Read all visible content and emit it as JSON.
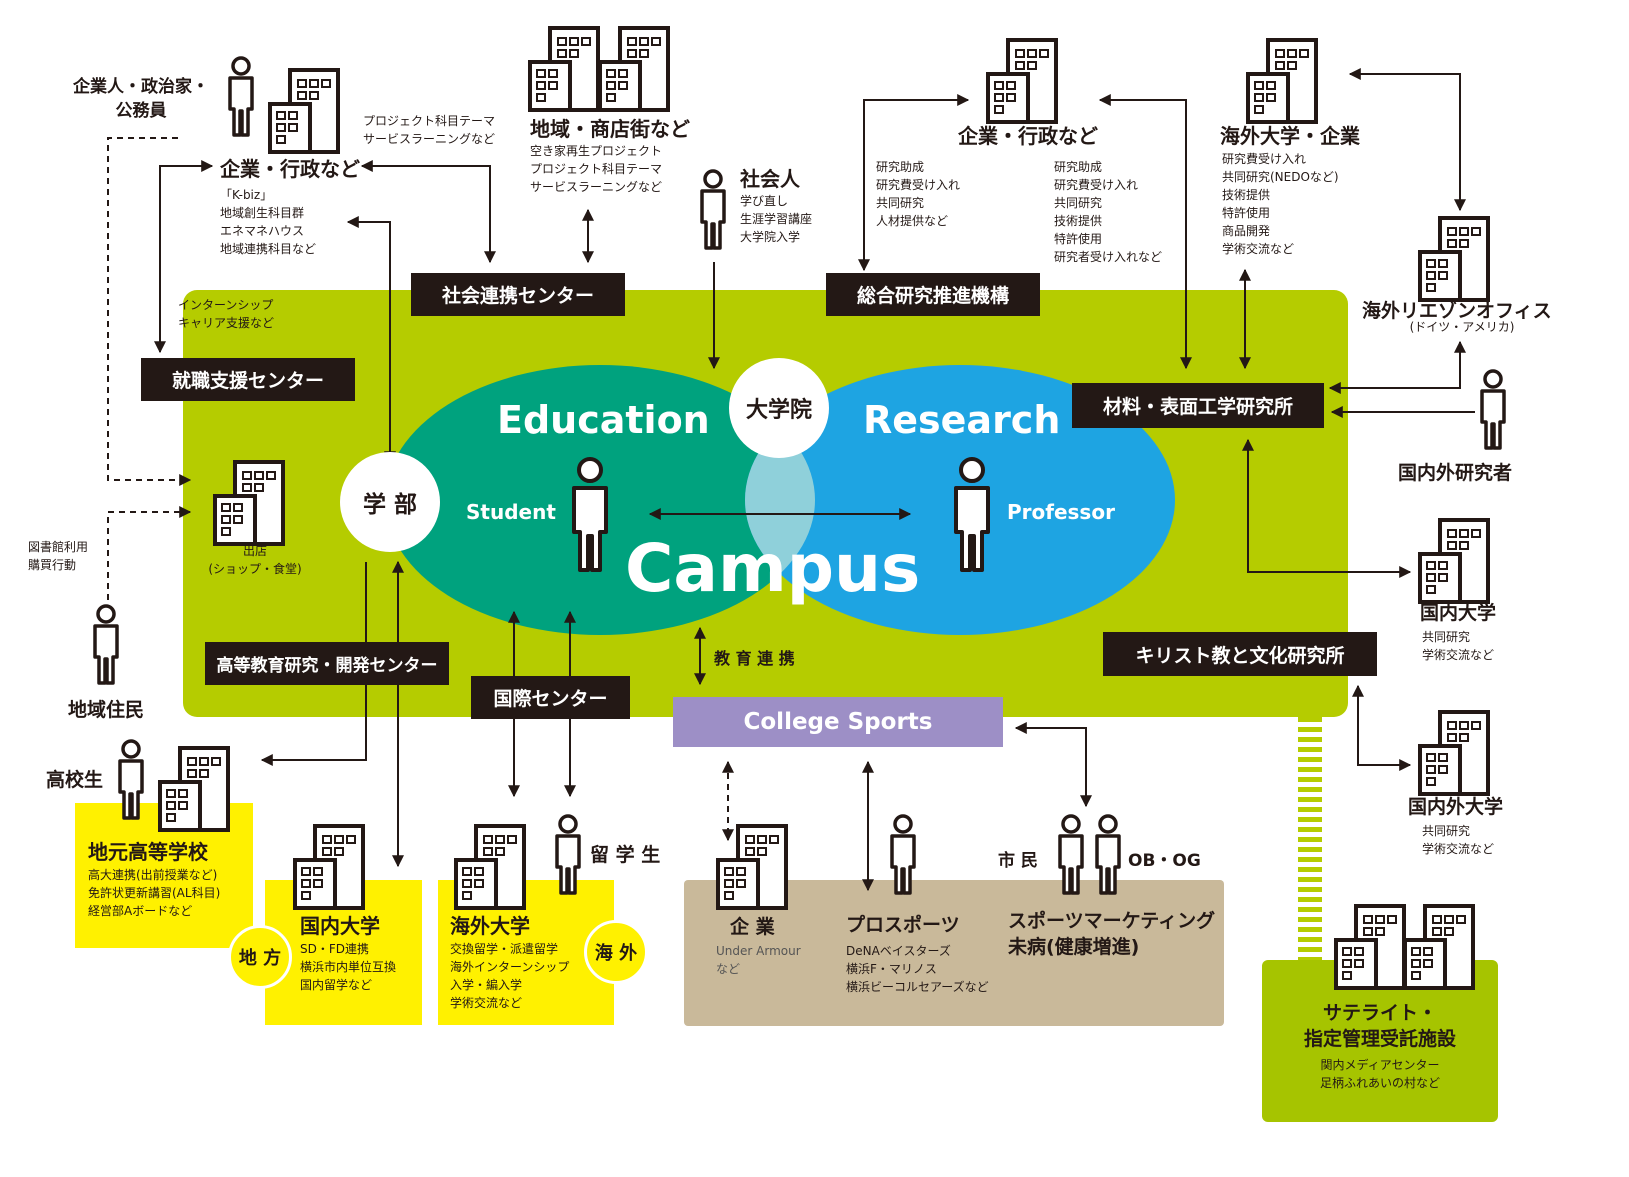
{
  "colors": {
    "campus_green": "#b5cc00",
    "education": "#00a27e",
    "research": "#1ea4e2",
    "overlap": "#8fd0da",
    "dark": "#231815",
    "yellow": "#fff100",
    "sports": "#9d8fc6",
    "tan": "#c9b99a",
    "satellite": "#a6c400"
  },
  "campus": {
    "education": "Education",
    "research": "Research",
    "campus": "Campus",
    "student": "Student",
    "professor": "Professor",
    "graduate_school": "大学院",
    "faculty": "学 部",
    "shop_label": "出店\n(ショップ・食堂)",
    "edu_link": "教 育 連 携"
  },
  "centers": {
    "social": "社会連携センター",
    "research_org": "総合研究推進機構",
    "career": "就職支援センター",
    "materials": "材料・表面工学研究所",
    "higher_ed": "高等教育研究・開発センター",
    "international": "国際センター",
    "christian": "キリスト教と文化研究所",
    "college_sports": "College Sports"
  },
  "top_left": {
    "persons": "企業人・政治家・\n公務員",
    "title": "企業・行政など",
    "project_note": "プロジェクト科目テーマ\nサービスラーニングなど",
    "list": "「K-biz」\n地域創生科目群\nエネマネハウス\n地域連携科目など",
    "intern": "インターンシップ\nキャリア支援など"
  },
  "region": {
    "title": "地域・商店街など",
    "list": "空き家再生プロジェクト\nプロジェクト科目テーマ\nサービスラーニングなど"
  },
  "adult": {
    "title": "社会人",
    "list": "学び直し\n生涯学習講座\n大学院入学"
  },
  "top_center": {
    "title": "企業・行政など",
    "left_list": "研究助成\n研究費受け入れ\n共同研究\n人材提供など",
    "right_list": "研究助成\n研究費受け入れ\n共同研究\n技術提供\n特許使用\n研究者受け入れなど"
  },
  "overseas_corp": {
    "title": "海外大学・企業",
    "list": "研究費受け入れ\n共同研究(NEDOなど)\n技術提供\n特許使用\n商品開発\n学術交流など"
  },
  "liaison": {
    "title": "海外リエゾンオフィス",
    "sub": "(ドイツ・アメリカ)"
  },
  "researchers": "国内外研究者",
  "domestic_univ_right": {
    "title": "国内大学",
    "list": "共同研究\n学術交流など"
  },
  "global_univ_right": {
    "title": "国内外大学",
    "list": "共同研究\n学術交流など"
  },
  "residents": {
    "title": "地域住民",
    "note": "図書館利用\n購買行動"
  },
  "highschool": {
    "student": "高校生",
    "title": "地元高等学校",
    "list": "高大連携(出前授業など)\n免許状更新講習(AL科目)\n経営部Aボードなど",
    "badge": "地 方"
  },
  "domestic_univ": {
    "title": "国内大学",
    "list": "SD・FD連携\n横浜市内単位互換\n国内留学など"
  },
  "overseas_univ": {
    "title": "海外大学",
    "list": "交換留学・派遣留学\n海外インターンシップ\n入学・編入学\n学術交流など",
    "badge": "海 外",
    "students": "留 学 生"
  },
  "sports_area": {
    "company": "企 業",
    "company_list": "Under Armour\nなど",
    "pro": "プロスポーツ",
    "pro_list": "DeNAベイスターズ\n横浜F・マリノス\n横浜ビーコルセアーズなど",
    "marketing": "スポーツマーケティング\n未病(健康増進)",
    "citizens": "市 民",
    "obog": "OB・OG"
  },
  "satellite": {
    "title": "サテライト・\n指定管理受託施設",
    "list": "関内メディアセンター\n足柄ふれあいの村など"
  }
}
